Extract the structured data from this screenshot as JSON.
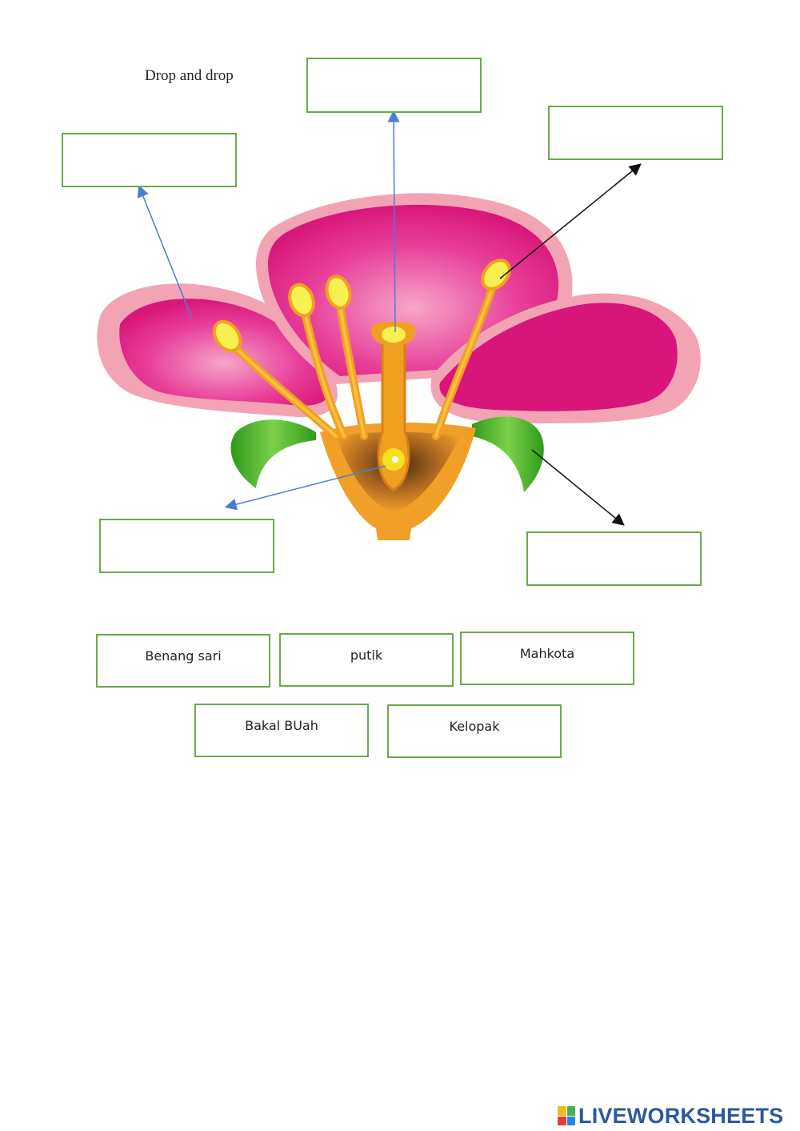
{
  "worksheet": {
    "title": "Drop and drop"
  },
  "drop_targets": [
    {
      "id": "top-center",
      "value": ""
    },
    {
      "id": "top-right",
      "value": ""
    },
    {
      "id": "top-left",
      "value": ""
    },
    {
      "id": "bottom-left",
      "value": ""
    },
    {
      "id": "bottom-right",
      "value": ""
    }
  ],
  "word_bank": [
    {
      "label": "Benang sari"
    },
    {
      "label": "putik"
    },
    {
      "label": "Mahkota"
    },
    {
      "label": "Bakal BUah"
    },
    {
      "label": "Kelopak"
    }
  ],
  "brand": {
    "logo_letters": [
      "L",
      "I",
      "V",
      "E"
    ],
    "logo_text": "LIVEWORKSHEETS",
    "colors": {
      "logo_text": "#2a5a9a",
      "box_border": "#6aaa4a",
      "arrow_blue": "#4a7fd0",
      "arrow_black": "#111111",
      "petal": "#e0207a",
      "petal_outline": "#f0a0b0",
      "sepal": "#3aa020",
      "stamen": "#f0a020",
      "anther": "#f8f050"
    }
  }
}
